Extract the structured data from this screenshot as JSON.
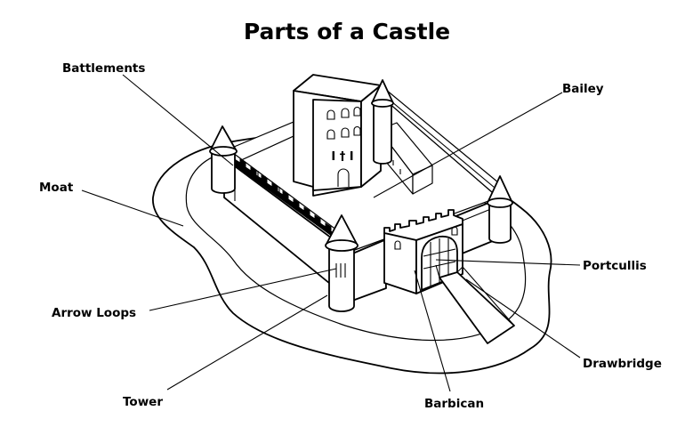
{
  "title": "Parts of a Castle",
  "labels": {
    "battlements": "Battlements",
    "bailey": "Bailey",
    "moat": "Moat",
    "portcullis": "Portcullis",
    "arrow_loops": "Arrow Loops",
    "drawbridge": "Drawbridge",
    "tower": "Tower",
    "barbican": "Barbican"
  },
  "keep_sign": "I † I"
}
